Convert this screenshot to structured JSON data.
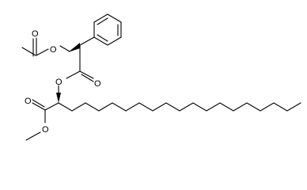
{
  "molecule": {
    "atoms": {
      "o_acetoxy": "O",
      "o_acetyl_carbonyl": "O",
      "o_ester_link": "O",
      "o_mandelate_carbonyl": "O",
      "o_methyl_ester_carbonyl": "O",
      "o_methoxy": "O"
    }
  }
}
